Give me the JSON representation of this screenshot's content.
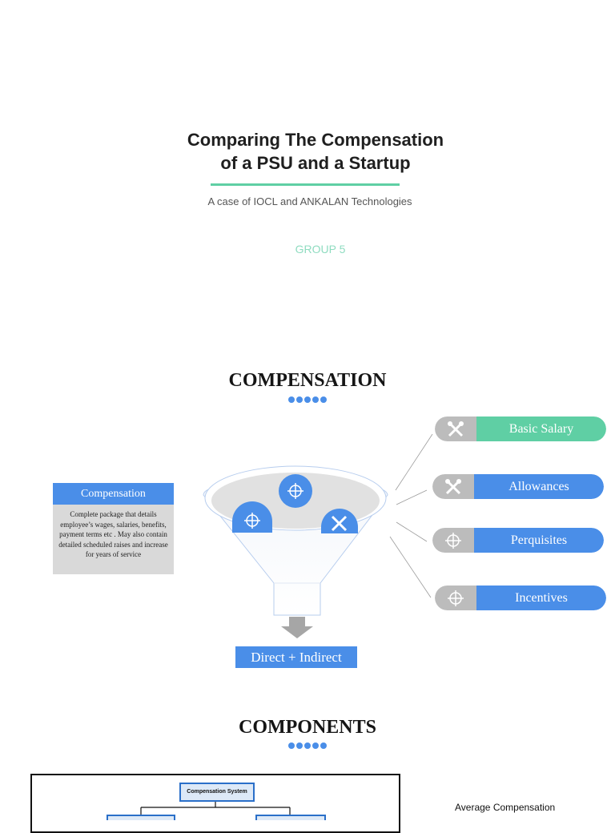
{
  "slide1": {
    "title_line1": "Comparing The Compensation",
    "title_line2": "of a PSU and a Startup",
    "subtitle": "A case of IOCL and ANKALAN Technologies",
    "group": "GROUP 5"
  },
  "slide2": {
    "heading": "COMPENSATION",
    "box_title": "Compensation",
    "box_text": "Complete package that details employee’s wages, salaries, benefits, payment terms etc . May also contain detailed scheduled raises and increase for years of service",
    "result": "Direct + Indirect",
    "items": [
      {
        "label": "Basic Salary",
        "icon": "tools-icon",
        "color": "#5fcfa4"
      },
      {
        "label": "Allowances",
        "icon": "tools-icon",
        "color": "#4a8ee8"
      },
      {
        "label": "Perquisites",
        "icon": "crosshair-icon",
        "color": "#4a8ee8"
      },
      {
        "label": "Incentives",
        "icon": "crosshair-icon",
        "color": "#4a8ee8"
      }
    ],
    "dot_color": "#4a8ee8"
  },
  "slide3": {
    "heading": "COMPONENTS",
    "chart_box": "Compensation System",
    "side_label": "Average Compensation"
  }
}
